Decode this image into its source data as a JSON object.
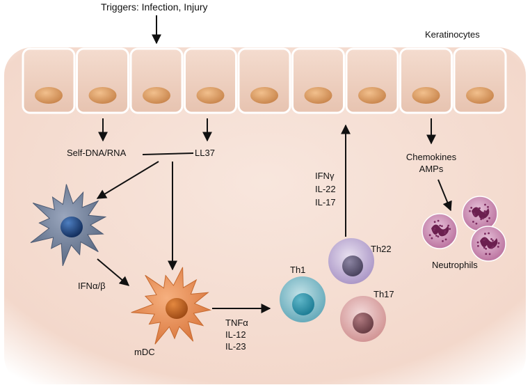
{
  "triggers": "Triggers: Infection, Injury",
  "keratinocytes_label": "Keratinocytes",
  "self_dna_rna": "Self-DNA/RNA",
  "ll37": "LL37",
  "ifn_ab": "IFNα/β",
  "mdc": "mDC",
  "pdc_cytokines": [
    "TNFα",
    "IL-12",
    "IL-23"
  ],
  "th_cytokines": [
    "IFNγ",
    "IL-22",
    "IL-17"
  ],
  "chemokines": [
    "Chemokines",
    "AMPs"
  ],
  "neutrophils": "Neutrophils",
  "th_cells": {
    "th1": "Th1",
    "th22": "Th22",
    "th17": "Th17"
  },
  "colors": {
    "tissue": "#f6e0d6",
    "cell_fill": "#f0d0bf",
    "nucleus": "#d99a62",
    "pdc": "#6e7f9a",
    "mdc": "#e58a4d",
    "th1": "#76b6c4",
    "th22": "#b9a8cf",
    "th17": "#d9a3a3",
    "neutrophil": "#b05a8a"
  }
}
